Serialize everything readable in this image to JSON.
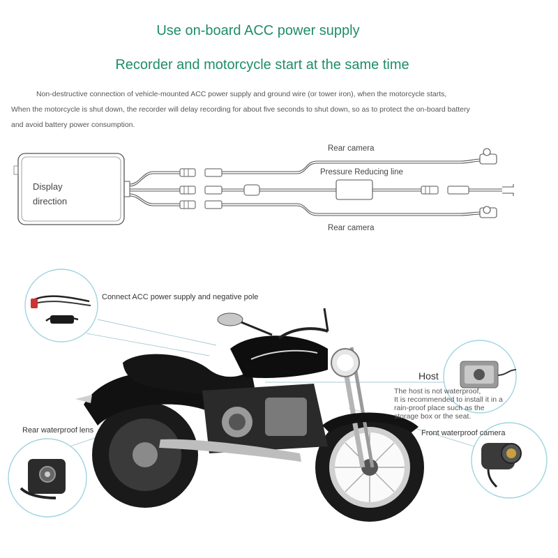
{
  "header": {
    "title_line1": "Use on-board ACC power supply",
    "title_line2": "Recorder and motorcycle start at the same time"
  },
  "description": {
    "line1": "Non-destructive connection of vehicle-mounted ACC power supply and ground wire (or tower iron), when the motorcycle starts,",
    "line2": "When the motorcycle is shut down, the recorder will delay recording for about five seconds to shut down, so as to protect the on-board battery",
    "line3": "and avoid battery power consumption."
  },
  "wiring": {
    "display_line1": "Display",
    "display_line2": "direction",
    "rear_camera_top": "Rear camera",
    "pressure_line": "Pressure Reducing line",
    "rear_camera_bottom": "Rear camera"
  },
  "callouts": {
    "acc": "Connect ACC power supply and negative pole",
    "host": "Host",
    "host_note_line1": "The host is not waterproof,",
    "host_note_line2": "It is recommended to install it in a",
    "host_note_line3": "rain-proof place such as the",
    "host_note_line4": "storage box or the seat.",
    "front_camera": "Front waterproof camera",
    "rear_lens": "Rear waterproof lens"
  },
  "colors": {
    "title": "#1f8c6a",
    "callout_ring": "#9fd3e0",
    "line": "#555555"
  }
}
